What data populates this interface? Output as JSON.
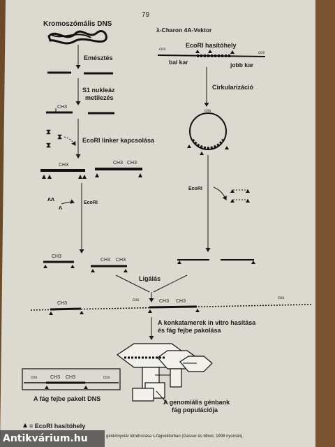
{
  "page": {
    "number": "79",
    "colors": {
      "paper": "#dcd9d0",
      "ink": "#1a1a1a",
      "spine": "#6b4a2a"
    }
  },
  "left": {
    "title": "Kromoszómális DNS",
    "step1": "Emésztés",
    "step2a": "S1 nukleáz",
    "step2b": "metilezés",
    "step3": "EcoRI linker kapcsolása",
    "ecori_small": "EcoRI",
    "ch3": "CH3"
  },
  "right": {
    "title": "λ-Charon 4A-Vektor",
    "cos": "cos",
    "site_label": "EcoRI hasítóhely",
    "left_arm": "bal kar",
    "right_arm": "jobb kar",
    "circ": "Cirkularizáció",
    "ecori_small": "EcoRI"
  },
  "middle": {
    "ligation": "Ligálás",
    "concat1": "A konkatamerek in vitro hasítása",
    "concat2": "és fág fejbe pakolása"
  },
  "bottom": {
    "packed": "A fág fejbe pakolt DNS",
    "lib1": "A genomiális génbank",
    "lib2": "fág populációja",
    "legend": "= EcoRI hasítóhely",
    "caption": "génkönyvtár létrehozása λ-fágvektorban (Gasser és Minol, 1998 nyomán)."
  },
  "watermark": "Antikvárium.hu"
}
